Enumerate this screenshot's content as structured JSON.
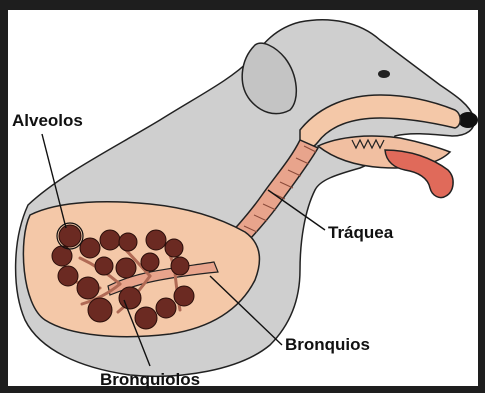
{
  "labels": {
    "alveolos": "Alveolos",
    "traquea": "Tráquea",
    "bronquios": "Bronquios",
    "bronquiolos": "Bronquiolos"
  },
  "colors": {
    "frame": "#1e1e1e",
    "background": "#ffffff",
    "body": "#cfcfcf",
    "skin": "#f4c8a8",
    "airway": "#e8a48c",
    "alveoli": "#6b2a22",
    "tongue": "#e06a5a",
    "outline": "#222222"
  }
}
